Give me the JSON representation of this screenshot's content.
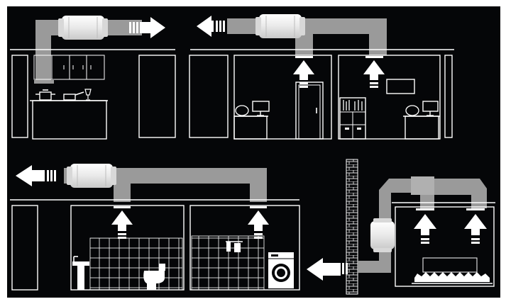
{
  "colors": {
    "background": "#050608",
    "frame": "#ffffff",
    "duct": "#9a9a9a",
    "fan": "#f2f2f2",
    "line": "#ffffff"
  },
  "scenes": [
    {
      "id": "kitchen-supply",
      "icons": [
        "duct-fan-icon",
        "arrow-right-icon",
        "range-hood-icon",
        "pot-icon",
        "pan-icon",
        "glass-icon"
      ]
    },
    {
      "id": "office-extract",
      "icons": [
        "duct-fan-icon",
        "arrow-left-icon",
        "arrow-up-icon",
        "monitor-icon",
        "desk-icon",
        "door-icon",
        "bookshelf-icon",
        "picture-frame-icon"
      ]
    },
    {
      "id": "bathroom-laundry",
      "icons": [
        "duct-fan-icon",
        "arrow-left-icon",
        "arrow-up-icon",
        "washing-machine-icon",
        "toilet-icon",
        "sink-icon",
        "towel-rail-icon"
      ]
    },
    {
      "id": "through-wall",
      "icons": [
        "duct-fan-icon",
        "arrow-left-icon",
        "arrow-up-icon",
        "brick-wall-icon",
        "theatre-seating-icon"
      ]
    }
  ]
}
